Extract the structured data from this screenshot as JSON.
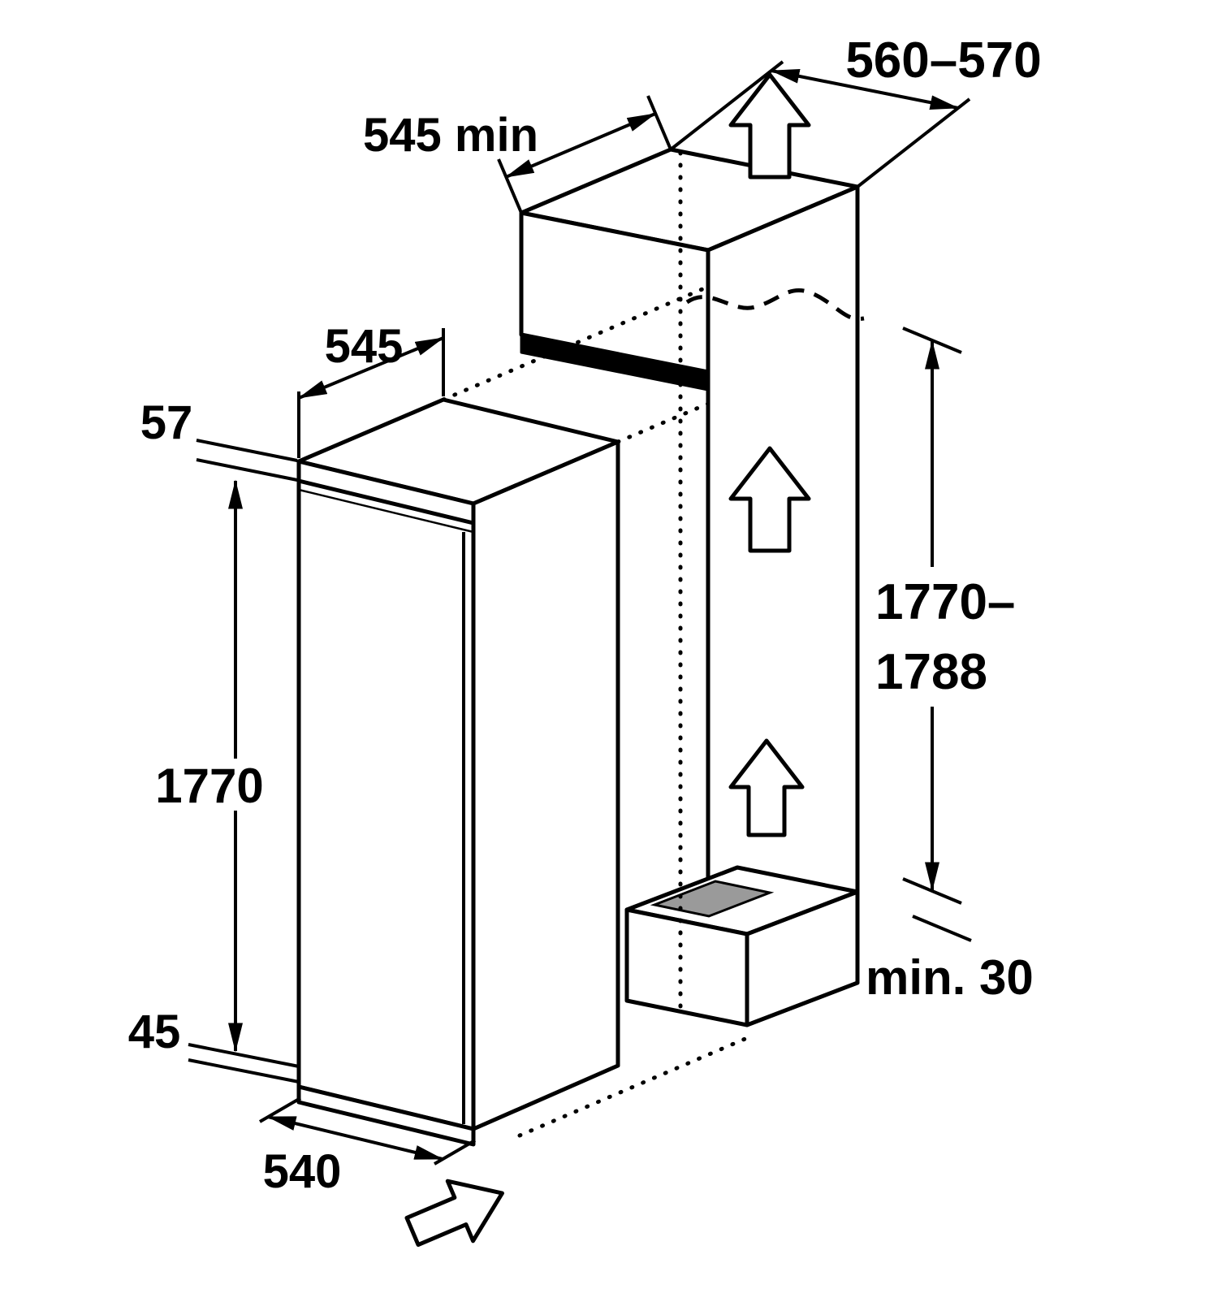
{
  "diagram": {
    "background_color": "#ffffff",
    "line_color": "#000000",
    "grille_color": "#9a9a9a",
    "labels": {
      "niche_width": "560–570",
      "cabinet_top_depth": "545 min",
      "appliance_depth": "545",
      "top_gap": "57",
      "appliance_height": "1770",
      "niche_height_line1": "1770–",
      "niche_height_line2": "1788",
      "bottom_gap": "45",
      "appliance_width": "540",
      "vent_clearance": "min. 30"
    }
  }
}
